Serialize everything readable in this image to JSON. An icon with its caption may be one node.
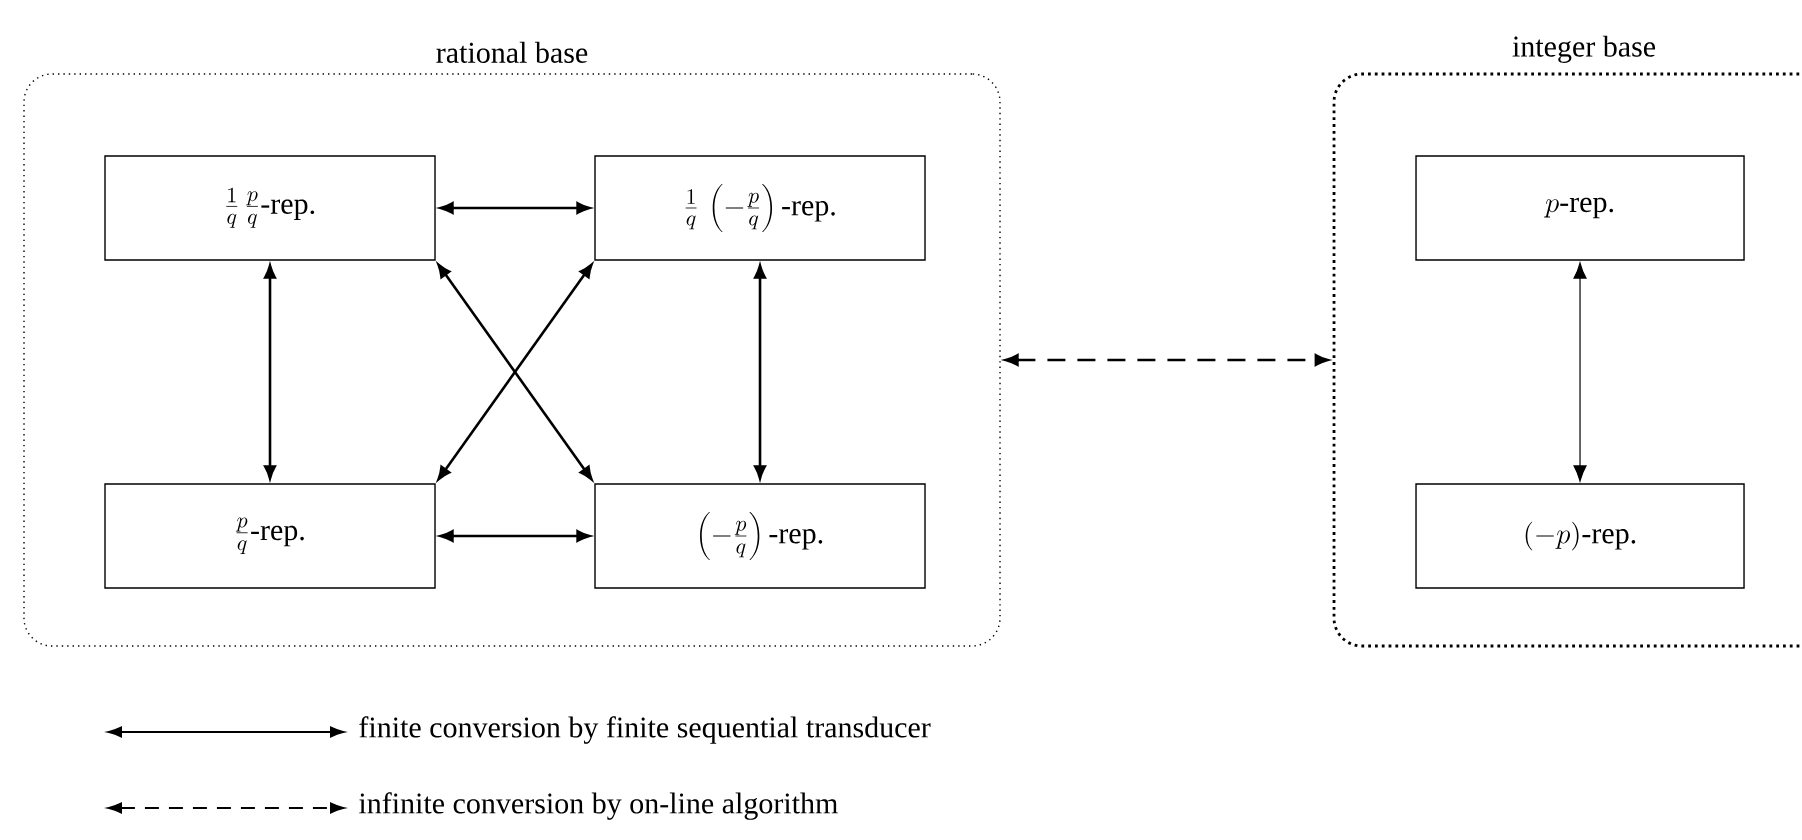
{
  "diagram": {
    "nodes": [
      {
        "text": [
          "rational base"
        ]
      },
      {
        "text": [
          "\\frac{1}{q}\\,\\frac{p}{q}\\mbox{-rep.}"
        ],
        "in": 0
      },
      {
        "text": [
          "\\frac{1}{q}\\,\\left(-\\frac{p}{q}\\right)\\mbox{-rep.}"
        ],
        "in": 0
      },
      {
        "text": [
          "\\frac{p}{q}\\mbox{-rep.}"
        ],
        "in": 0
      },
      {
        "text": [
          "\\left(-\\frac{p}{q}\\right)\\mbox{-rep.}"
        ],
        "in": 0
      },
      {
        "text": [
          "integer base"
        ]
      },
      {
        "text": [
          "p\\mbox{-rep.}"
        ],
        "in": 5
      },
      {
        "text": [
          "(-p)\\mbox{-rep.}"
        ],
        "in": 5
      }
    ],
    "edges": [
      {
        "from": 1,
        "to": 2,
        "arrow": "both"
      },
      {
        "from": 1,
        "to": 3,
        "arrow": "both"
      },
      {
        "from": 1,
        "to": 4,
        "arrow": "both"
      },
      {
        "from": 2,
        "to": 3,
        "arrow": "both"
      },
      {
        "from": 2,
        "to": 4,
        "arrow": "both"
      },
      {
        "from": 3,
        "to": 4,
        "arrow": "both"
      },
      {
        "from": 0,
        "to": 5,
        "arrow": "both",
        "style": "dashed"
      },
      {
        "from": 6,
        "to": 7,
        "arrow": "both"
      }
    ],
    "legend": [
      {
        "text": "finite conversion by finite sequential transducer"
      },
      {
        "text": "infinite conversion by on-line algorithm"
      }
    ]
  }
}
